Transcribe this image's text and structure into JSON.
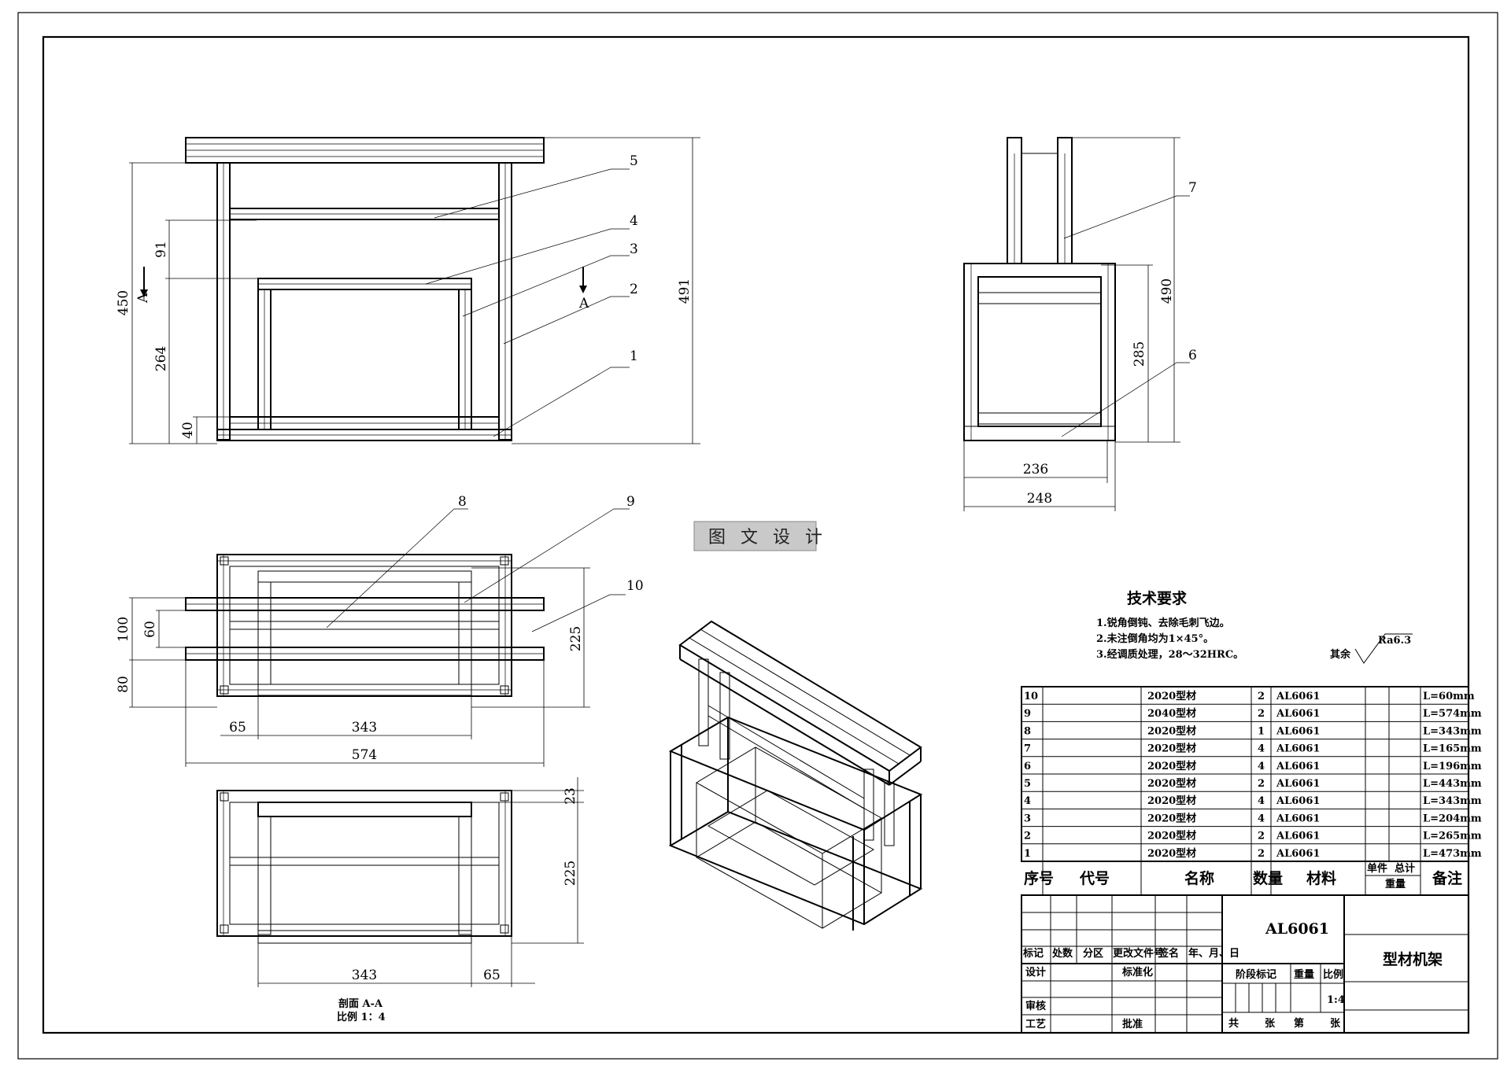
{
  "front_view": {
    "dims": {
      "overall_height": "491",
      "frame_height": "450",
      "upper_gap": "91",
      "mid_height": "264",
      "bottom": "40"
    },
    "tags": [
      "5",
      "4",
      "3",
      "2",
      "1"
    ],
    "section_marks": [
      "A",
      "A"
    ]
  },
  "side_view": {
    "dims": {
      "height": "490",
      "mid_height": "285",
      "inner_width": "236",
      "outer_width": "248"
    },
    "tags": [
      "7",
      "6"
    ]
  },
  "top_view": {
    "dims": {
      "depth_outer": "100",
      "depth_inner": "60",
      "rear": "80",
      "depth_total": "225",
      "left": "65",
      "middle": "343",
      "overall": "574"
    },
    "tags": [
      "8",
      "9",
      "10"
    ]
  },
  "section_view": {
    "dims": {
      "top": "23",
      "depth": "225",
      "middle": "343",
      "right": "65"
    },
    "caption": {
      "line1": "剖面  A-A",
      "line2": "比例  1：4"
    }
  },
  "watermark": "图 文 设 计",
  "tech_requirements": {
    "title": "技术要求",
    "items": [
      "1.锐角倒钝、去除毛刺飞边。",
      "2.未注倒角均为1×45°。",
      "3.经调质处理，28～32HRC。"
    ],
    "roughness_label": "其余",
    "roughness_value": "Ra6.3"
  },
  "parts_list": {
    "rows": [
      {
        "no": "10",
        "code": "",
        "name": "2020型材",
        "qty": "2",
        "material": "AL6061",
        "note": "L=60mm"
      },
      {
        "no": "9",
        "code": "",
        "name": "2040型材",
        "qty": "2",
        "material": "AL6061",
        "note": "L=574mm"
      },
      {
        "no": "8",
        "code": "",
        "name": "2020型材",
        "qty": "1",
        "material": "AL6061",
        "note": "L=343mm"
      },
      {
        "no": "7",
        "code": "",
        "name": "2020型材",
        "qty": "4",
        "material": "AL6061",
        "note": "L=165mm"
      },
      {
        "no": "6",
        "code": "",
        "name": "2020型材",
        "qty": "4",
        "material": "AL6061",
        "note": "L=196mm"
      },
      {
        "no": "5",
        "code": "",
        "name": "2020型材",
        "qty": "2",
        "material": "AL6061",
        "note": "L=443mm"
      },
      {
        "no": "4",
        "code": "",
        "name": "2020型材",
        "qty": "4",
        "material": "AL6061",
        "note": "L=343mm"
      },
      {
        "no": "3",
        "code": "",
        "name": "2020型材",
        "qty": "4",
        "material": "AL6061",
        "note": "L=204mm"
      },
      {
        "no": "2",
        "code": "",
        "name": "2020型材",
        "qty": "2",
        "material": "AL6061",
        "note": "L=265mm"
      },
      {
        "no": "1",
        "code": "",
        "name": "2020型材",
        "qty": "2",
        "material": "AL6061",
        "note": "L=473mm"
      }
    ],
    "header": {
      "no": "序号",
      "code": "代号",
      "name": "名称",
      "qty": "数量",
      "material": "材料",
      "unit": "单件",
      "total": "总计",
      "weight": "重量",
      "note": "备注"
    }
  },
  "title_block": {
    "material": "AL6061",
    "drawing_name": "型材机架",
    "labels": {
      "mark": "标记",
      "count": "处数",
      "zone": "分区",
      "change_doc": "更改文件号",
      "sign": "签名",
      "date": "年、月、日",
      "design": "设计",
      "standard": "标准化",
      "stage": "阶段标记",
      "weight": "重量",
      "scale": "比例",
      "check": "审核",
      "process": "工艺",
      "approve": "批准",
      "total": "共",
      "sheets": "张",
      "page": "第",
      "sheet": "张"
    },
    "scale_value": "1:4"
  }
}
